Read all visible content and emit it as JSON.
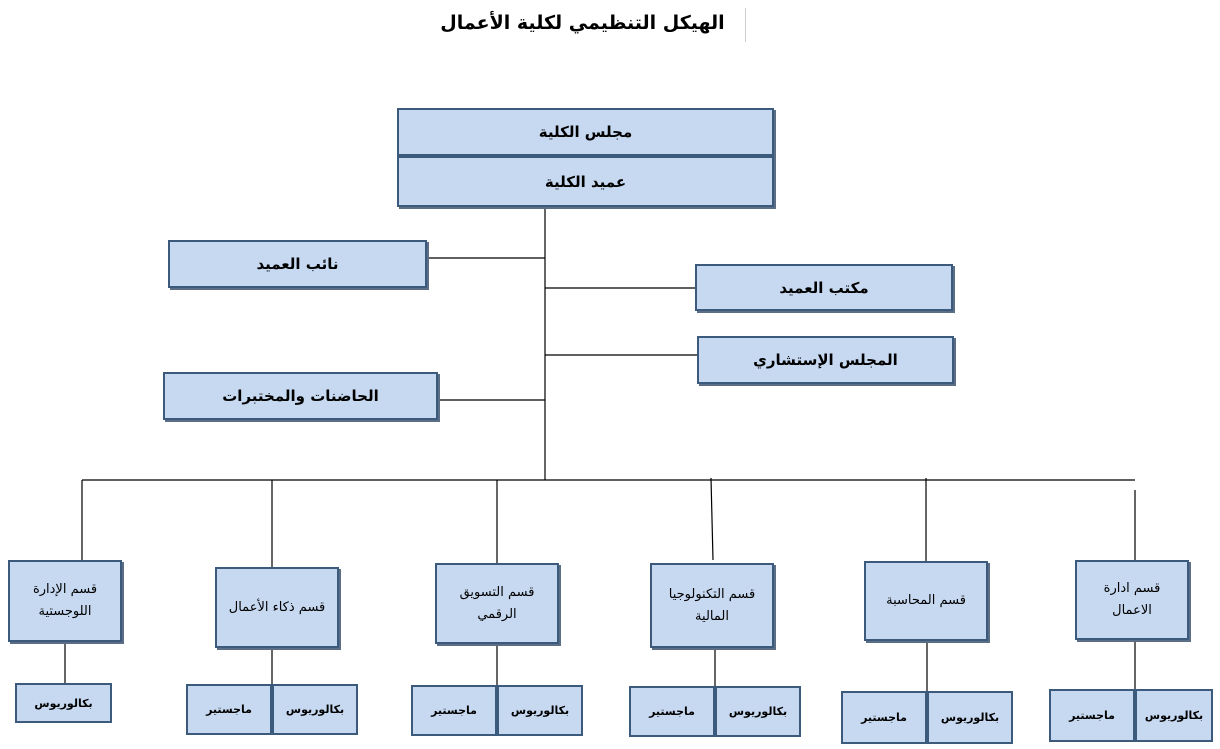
{
  "title": "الهيكل التنظيمي لكلية الأعمال",
  "nodes": {
    "council": "مجلس الكلية",
    "dean": "عميد الكلية",
    "vice_dean": "نائب العميد",
    "dean_office": "مكتب العميد",
    "advisory_council": "المجلس الإستشاري",
    "incubators": "الحاضنات والمختبرات"
  },
  "departments": [
    {
      "name": "قسم الإدارة اللوجستية",
      "programs": [
        "بكالوريوس"
      ]
    },
    {
      "name": "قسم ذكاء الأعمال",
      "programs": [
        "بكالوريوس",
        "ماجستير"
      ]
    },
    {
      "name": "قسم التسويق الرقمي",
      "programs": [
        "بكالوريوس",
        "ماجستير"
      ]
    },
    {
      "name": "قسم التكنولوجيا المالية",
      "programs": [
        "بكالوريوس",
        "ماجستير"
      ]
    },
    {
      "name": "قسم المحاسبة",
      "programs": [
        "بكالوريوس",
        "ماجستير"
      ]
    },
    {
      "name": "قسم ادارة الاعمال",
      "programs": [
        "بكالوريوس",
        "ماجستير"
      ]
    }
  ],
  "colors": {
    "box_fill": "#c6d9f1",
    "box_border": "#3c5a7c",
    "line": "#000000"
  }
}
